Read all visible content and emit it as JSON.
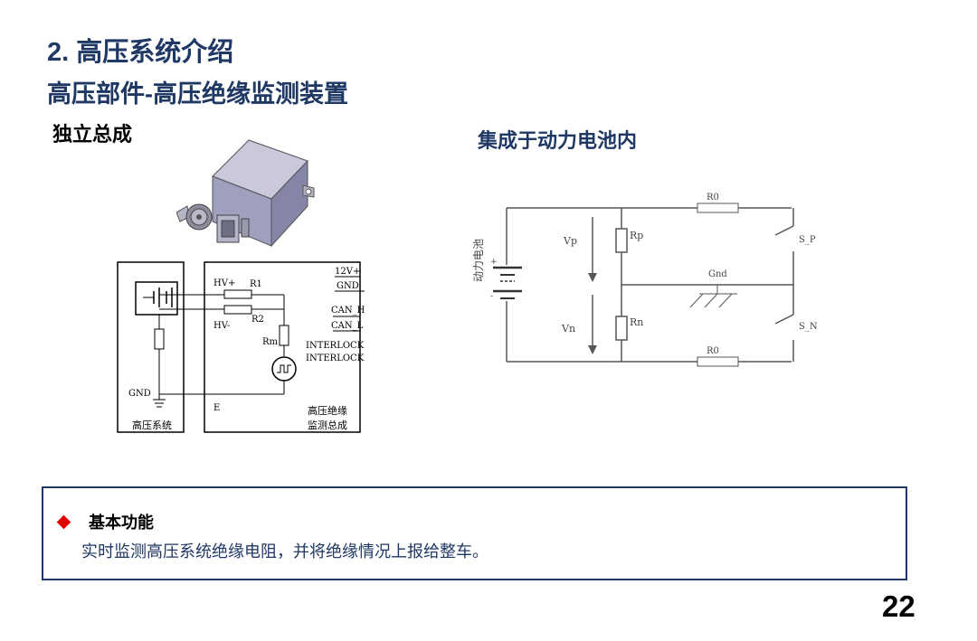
{
  "header": {
    "title": "2. 高压系统介绍",
    "subtitle": "高压部件-高压绝缘监测装置"
  },
  "left_panel": {
    "label": "独立总成",
    "schematic": {
      "hv_plus": "HV+",
      "hv_minus": "HV-",
      "r1": "R1",
      "r2": "R2",
      "rm": "Rm",
      "gnd_left": "GND",
      "e_label": "E",
      "hv_system_label": "高压系统",
      "pins": [
        "12V+",
        "GND",
        "CAN_H",
        "CAN_L",
        "INTERLOCK1",
        "INTERLOCK2"
      ],
      "module_label_line1": "高压绝缘",
      "module_label_line2": "监测总成"
    }
  },
  "right_panel": {
    "label": "集成于动力电池内",
    "schematic": {
      "battery_label": "动力电池",
      "plus": "+",
      "minus": "-",
      "vp": "Vp",
      "vn": "Vn",
      "rp": "Rp",
      "rn": "Rn",
      "r0_top": "R0",
      "r0_bottom": "R0",
      "gnd": "Gnd",
      "s_p": "S_P",
      "s_n": "S_N"
    }
  },
  "function_box": {
    "icon": "diamond-bullet-icon",
    "title": "基本功能",
    "description": "实时监测高压系统绝缘电阻，并将绝缘情况上报给整车。"
  },
  "page_number": "22",
  "colors": {
    "title": "#1f3864",
    "bullet": "#e00000",
    "box_border": "#1f3864"
  }
}
